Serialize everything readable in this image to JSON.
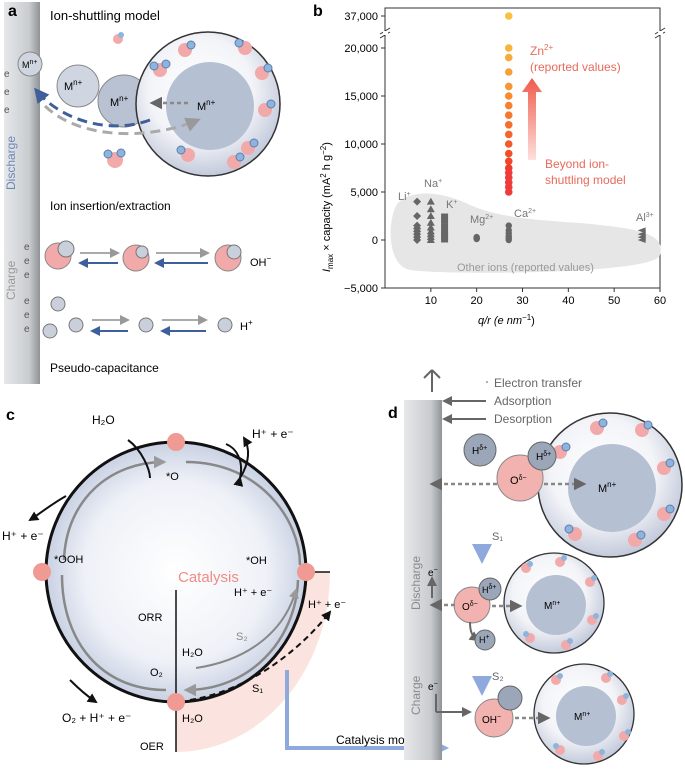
{
  "panel_a": {
    "label": "a",
    "title": "Ion-shuttling model",
    "discharge": "Discharge",
    "charge": "Charge",
    "electron": "e",
    "ion_sym": "M",
    "ion_sup": "n+",
    "insertion": "Ion insertion/extraction",
    "oh": "OH",
    "oh_sup": "−",
    "h": "H",
    "h_sup": "+",
    "pseudo": "Pseudo-capacitance"
  },
  "panel_b": {
    "label": "b",
    "ylabel_I": "I",
    "ylabel_sub": "max",
    "ylabel_rest": " × capacity (mA",
    "ylabel_sup1": "2",
    "ylabel_mid": " h g",
    "ylabel_sup2": "−2",
    "ylabel_end": ")",
    "xlabel": "q/r (e nm",
    "xlabel_sup": "−1",
    "xlabel_end": ")",
    "zn": "Zn",
    "zn_sup": "2+",
    "zn_note": "(reported values)",
    "beyond1": "Beyond ion-",
    "beyond2": "shuttling model",
    "other": "Other ions (reported values)",
    "ions": [
      {
        "sym": "Li",
        "sup": "+"
      },
      {
        "sym": "Na",
        "sup": "+"
      },
      {
        "sym": "K",
        "sup": "+"
      },
      {
        "sym": "Mg",
        "sup": "2+"
      },
      {
        "sym": "Ca",
        "sup": "2+"
      },
      {
        "sym": "Al",
        "sup": "3+"
      }
    ]
  },
  "chart_data": {
    "type": "scatter",
    "xlabel": "q/r (e nm−1)",
    "ylabel": "Imax × capacity (mA2 h g−2)",
    "xlim": [
      0,
      60
    ],
    "ylim": [
      -5000,
      37000
    ],
    "y_axis_break": [
      22000,
      36000
    ],
    "x_ticks": [
      10,
      20,
      30,
      40,
      50,
      60
    ],
    "y_tick_labels": [
      "37,000",
      "20,000",
      "15,000",
      "10,000",
      "5,000",
      "0",
      "−5,000"
    ],
    "grid": false,
    "series": [
      {
        "name": "Zn2+",
        "x": [
          27,
          27,
          27,
          27,
          27,
          27,
          27,
          27,
          27,
          27,
          27,
          27,
          27,
          27,
          27,
          27,
          27,
          27,
          27
        ],
        "y": [
          37000,
          20000,
          19000,
          17500,
          16000,
          15000,
          14000,
          13000,
          12000,
          11000,
          10000,
          9000,
          8200,
          7500,
          7000,
          6500,
          6000,
          5500,
          5000
        ]
      },
      {
        "name": "Li+",
        "x": [
          7,
          7,
          7,
          7,
          7,
          7,
          7,
          7
        ],
        "y": [
          4000,
          2500,
          1500,
          1200,
          900,
          600,
          300,
          0
        ]
      },
      {
        "name": "Na+",
        "x": [
          10,
          10,
          10,
          10,
          10,
          10,
          10,
          10,
          10
        ],
        "y": [
          4000,
          3200,
          2500,
          1800,
          1300,
          900,
          600,
          300,
          0
        ]
      },
      {
        "name": "K+",
        "x": [
          13,
          13,
          13,
          13,
          13,
          13,
          13
        ],
        "y": [
          2500,
          2000,
          1500,
          1000,
          600,
          300,
          0
        ]
      },
      {
        "name": "Mg2+",
        "x": [
          20,
          20,
          20
        ],
        "y": [
          300,
          200,
          100
        ]
      },
      {
        "name": "Ca2+",
        "x": [
          27,
          27,
          27,
          27,
          27,
          27
        ],
        "y": [
          1500,
          1000,
          700,
          400,
          200,
          0
        ]
      },
      {
        "name": "Al3+",
        "x": [
          56,
          56,
          56,
          56
        ],
        "y": [
          1000,
          600,
          300,
          0
        ]
      }
    ]
  },
  "panel_c": {
    "label": "c",
    "h2o": "H₂O",
    "o2": "O₂",
    "he_plus": "H⁺ + e⁻",
    "o2he": "O₂ + H⁺ + e⁻",
    "star_o": "*O",
    "star_ooh": "*OOH",
    "star_oh": "*OH",
    "catalysis": "Catalysis",
    "orr": "ORR",
    "oer": "OER",
    "s2": "S₂",
    "s1": "S₁"
  },
  "panel_d": {
    "label": "d",
    "legend_et": "Electron transfer",
    "legend_ad": "Adsorption",
    "legend_de": "Desorption",
    "hd": "H",
    "hd_sup": "δ+",
    "od": "O",
    "od_sup": "δ−",
    "s1": "S₁",
    "s2": "S₂",
    "discharge": "Discharge",
    "charge": "Charge",
    "h": "H",
    "h_sup": "+",
    "oh": "OH",
    "oh_sup": "−",
    "catalysis_model": "Catalysis model"
  },
  "colors": {
    "blue_arrow": "#3f5f9c",
    "grey_arrow": "#999999",
    "pink": "#f0a8a8",
    "particle_blue": "#8fb4dc",
    "ion_grey": "#b5bfcf",
    "red_text": "#e86a5a",
    "catalysis_pink": "#f4b6ae"
  }
}
